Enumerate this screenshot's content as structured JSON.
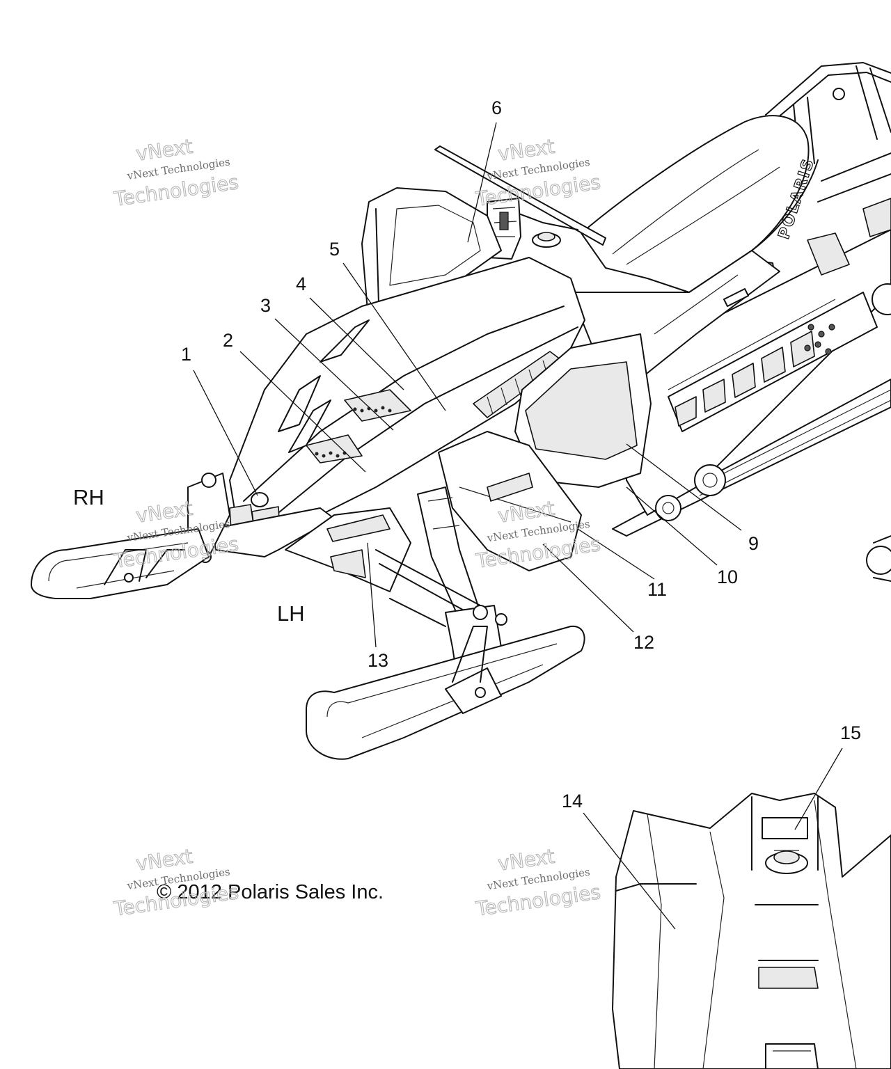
{
  "callouts": [
    {
      "label": "1"
    },
    {
      "label": "2"
    },
    {
      "label": "3"
    },
    {
      "label": "4"
    },
    {
      "label": "5"
    },
    {
      "label": "6"
    },
    {
      "label": "9"
    },
    {
      "label": "10"
    },
    {
      "label": "11"
    },
    {
      "label": "12"
    },
    {
      "label": "13"
    },
    {
      "label": "14"
    },
    {
      "label": "15"
    }
  ],
  "sides": {
    "right": "RH",
    "left": "LH"
  },
  "copyright": "© 2012 Polaris Sales Inc.",
  "watermark": {
    "line1": "vNext",
    "line2": "vNext Technologies",
    "line3": "Technologies"
  },
  "branding": {
    "seat_logo": "POLARIS"
  },
  "colors": {
    "line": "#111111",
    "watermark": "#b5b5b5",
    "background": "#ffffff"
  }
}
